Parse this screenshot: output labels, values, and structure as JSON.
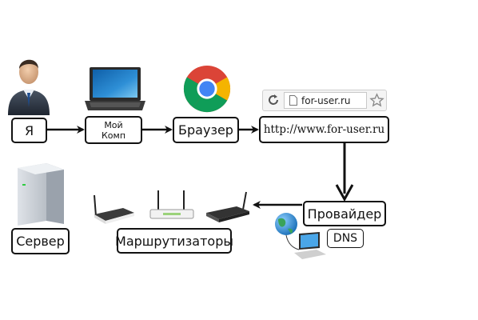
{
  "nodes": {
    "me": "Я",
    "my_pc_line1": "Мой",
    "my_pc_line2": "Комп",
    "browser": "Браузер",
    "url": "http://www.for-user.ru",
    "provider": "Провайдер",
    "dns": "DNS",
    "routers": "Маршрутизаторы",
    "server": "Сервер"
  },
  "address_bar": {
    "text": "for-user.ru"
  },
  "colors": {
    "line": "#111111",
    "box_border": "#111111"
  }
}
